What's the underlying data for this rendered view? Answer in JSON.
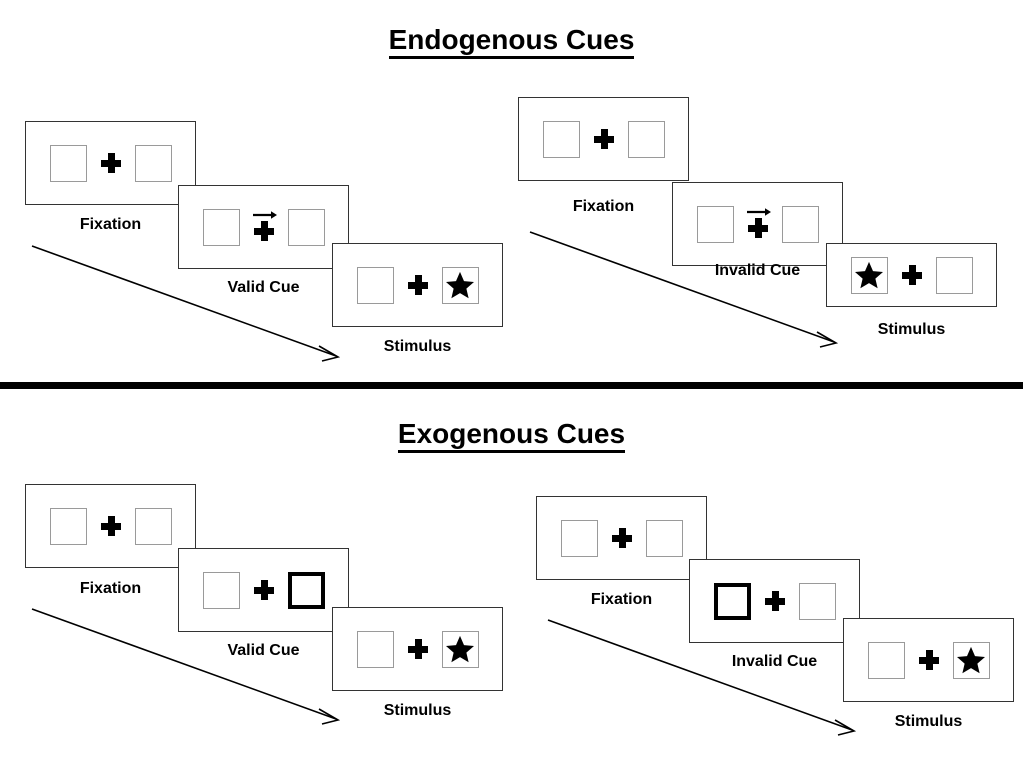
{
  "figure": {
    "kind": "attention-cueing-paradigm-diagram",
    "background_color": "#ffffff",
    "line_color": "#333333",
    "box_border_color": "#9a9a9a",
    "highlight_color": "#000000"
  },
  "sections": [
    {
      "id": "endogenous",
      "title": "Endogenous Cues",
      "conditions": [
        {
          "id": "endogenous-valid",
          "cue_label": "Valid Cue",
          "cue_type": "arrow",
          "cue_direction": "right",
          "frames": [
            {
              "label": "Fixation",
              "left_box": "empty",
              "right_box": "empty",
              "center": "plus"
            },
            {
              "label": "Valid Cue",
              "left_box": "empty",
              "right_box": "empty",
              "center": "plus-with-arrow"
            },
            {
              "label": "Stimulus",
              "left_box": "empty",
              "right_box": "star",
              "center": "plus"
            }
          ]
        },
        {
          "id": "endogenous-invalid",
          "cue_label": "Invalid Cue",
          "cue_type": "arrow",
          "cue_direction": "right",
          "frames": [
            {
              "label": "Fixation",
              "left_box": "empty",
              "right_box": "empty",
              "center": "plus"
            },
            {
              "label": "Invalid Cue",
              "left_box": "empty",
              "right_box": "empty",
              "center": "plus-with-arrow"
            },
            {
              "label": "Stimulus",
              "left_box": "star",
              "right_box": "empty",
              "center": "plus"
            }
          ]
        }
      ]
    },
    {
      "id": "exogenous",
      "title": "Exogenous Cues",
      "conditions": [
        {
          "id": "exogenous-valid",
          "cue_label": "Valid Cue",
          "cue_type": "box-flash",
          "cue_direction": "right",
          "frames": [
            {
              "label": "Fixation",
              "left_box": "empty",
              "right_box": "empty",
              "center": "plus"
            },
            {
              "label": "Valid Cue",
              "left_box": "empty",
              "right_box": "highlight",
              "center": "plus"
            },
            {
              "label": "Stimulus",
              "left_box": "empty",
              "right_box": "star",
              "center": "plus"
            }
          ]
        },
        {
          "id": "exogenous-invalid",
          "cue_label": "Invalid Cue",
          "cue_type": "box-flash",
          "cue_direction": "left",
          "frames": [
            {
              "label": "Fixation",
              "left_box": "empty",
              "right_box": "empty",
              "center": "plus"
            },
            {
              "label": "Invalid Cue",
              "left_box": "highlight",
              "right_box": "empty",
              "center": "plus"
            },
            {
              "label": "Stimulus",
              "left_box": "empty",
              "right_box": "star",
              "center": "plus"
            }
          ]
        }
      ]
    }
  ]
}
